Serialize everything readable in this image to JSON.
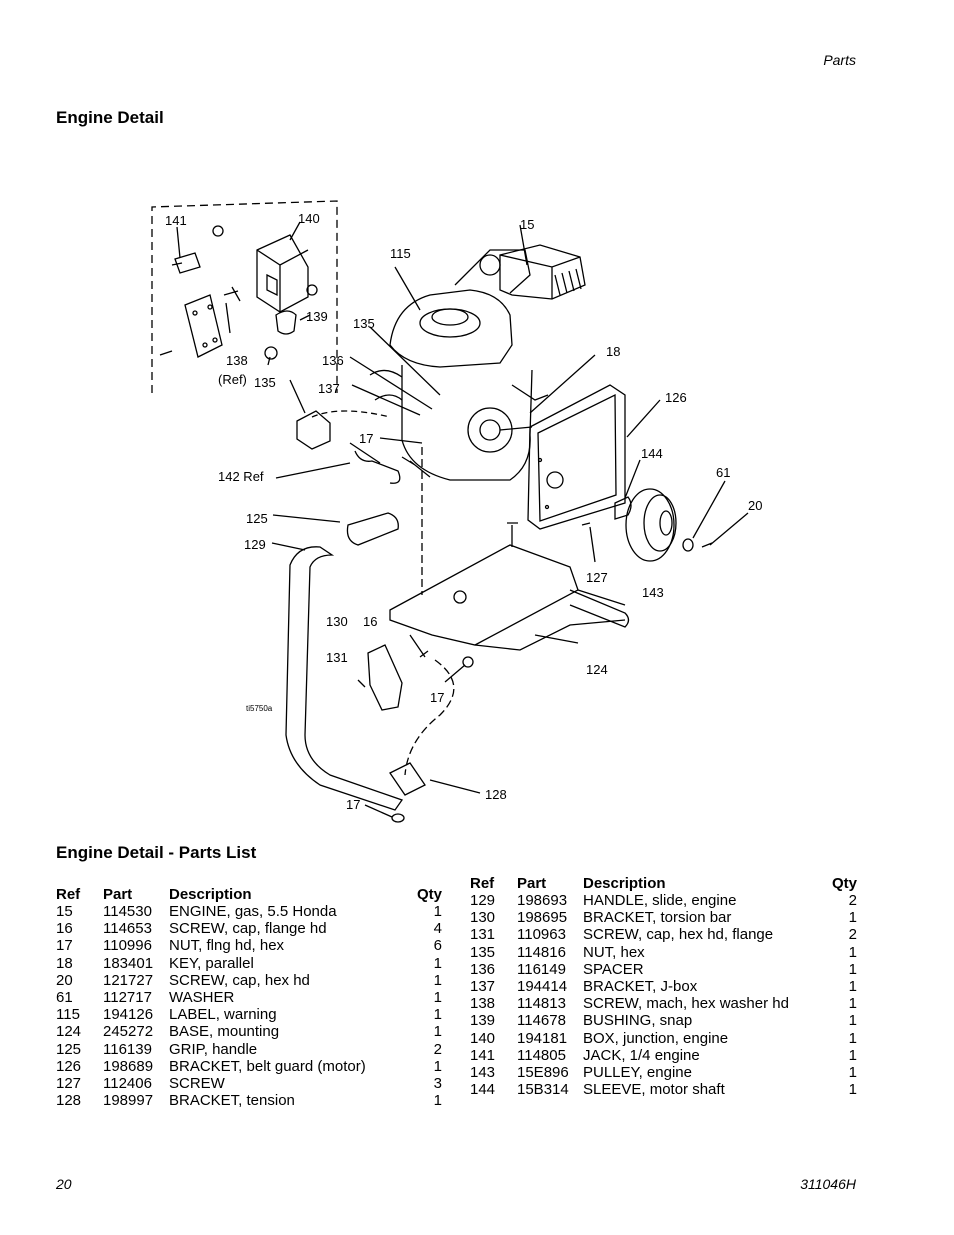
{
  "header": {
    "section": "Parts"
  },
  "titles": {
    "engine_detail": "Engine Detail",
    "parts_list": "Engine Detail - Parts List"
  },
  "diagram": {
    "figure_id": "ti5750a",
    "callouts": [
      "141",
      "140",
      "15",
      "115",
      "139",
      "135",
      "138",
      "(Ref)",
      "135",
      "136",
      "18",
      "137",
      "126",
      "17",
      "144",
      "142 Ref",
      "61",
      "20",
      "125",
      "129",
      "127",
      "143",
      "130",
      "16",
      "131",
      "124",
      "17",
      "128",
      "17"
    ]
  },
  "table": {
    "headers": {
      "ref": "Ref",
      "part": "Part",
      "description": "Description",
      "qty": "Qty"
    },
    "left": [
      {
        "ref": "15",
        "part": "114530",
        "desc": "ENGINE, gas, 5.5 Honda",
        "qty": "1"
      },
      {
        "ref": "16",
        "part": "114653",
        "desc": "SCREW, cap, flange hd",
        "qty": "4"
      },
      {
        "ref": "17",
        "part": "110996",
        "desc": "NUT, flng hd, hex",
        "qty": "6"
      },
      {
        "ref": "18",
        "part": "183401",
        "desc": "KEY, parallel",
        "qty": "1"
      },
      {
        "ref": "20",
        "part": "121727",
        "desc": "SCREW, cap, hex hd",
        "qty": "1"
      },
      {
        "ref": "61",
        "part": "112717",
        "desc": "WASHER",
        "qty": "1"
      },
      {
        "ref": "115",
        "part": "194126",
        "desc": "LABEL, warning",
        "qty": "1"
      },
      {
        "ref": "124",
        "part": "245272",
        "desc": "BASE, mounting",
        "qty": "1"
      },
      {
        "ref": "125",
        "part": "116139",
        "desc": "GRIP, handle",
        "qty": "2"
      },
      {
        "ref": "126",
        "part": "198689",
        "desc": "BRACKET, belt guard (motor)",
        "qty": "1"
      },
      {
        "ref": "127",
        "part": "112406",
        "desc": "SCREW",
        "qty": "3"
      },
      {
        "ref": "128",
        "part": "198997",
        "desc": "BRACKET, tension",
        "qty": "1"
      }
    ],
    "right": [
      {
        "ref": "129",
        "part": "198693",
        "desc": "HANDLE, slide, engine",
        "qty": "2"
      },
      {
        "ref": "130",
        "part": "198695",
        "desc": "BRACKET, torsion bar",
        "qty": "1"
      },
      {
        "ref": "131",
        "part": "110963",
        "desc": "SCREW, cap, hex hd, flange",
        "qty": "2"
      },
      {
        "ref": "135",
        "part": "114816",
        "desc": "NUT, hex",
        "qty": "1"
      },
      {
        "ref": "136",
        "part": "116149",
        "desc": "SPACER",
        "qty": "1"
      },
      {
        "ref": "137",
        "part": "194414",
        "desc": "BRACKET, J-box",
        "qty": "1"
      },
      {
        "ref": "138",
        "part": "114813",
        "desc": "SCREW, mach, hex washer hd",
        "qty": "1"
      },
      {
        "ref": "139",
        "part": "114678",
        "desc": "BUSHING, snap",
        "qty": "1"
      },
      {
        "ref": "140",
        "part": "194181",
        "desc": "BOX, junction, engine",
        "qty": "1"
      },
      {
        "ref": "141",
        "part": "114805",
        "desc": "JACK, 1/4 engine",
        "qty": "1"
      },
      {
        "ref": "143",
        "part": "15E896",
        "desc": "PULLEY, engine",
        "qty": "1"
      },
      {
        "ref": "144",
        "part": "15B314",
        "desc": "SLEEVE, motor shaft",
        "qty": "1"
      }
    ]
  },
  "footer": {
    "page_number": "20",
    "doc_number": "311046H"
  }
}
